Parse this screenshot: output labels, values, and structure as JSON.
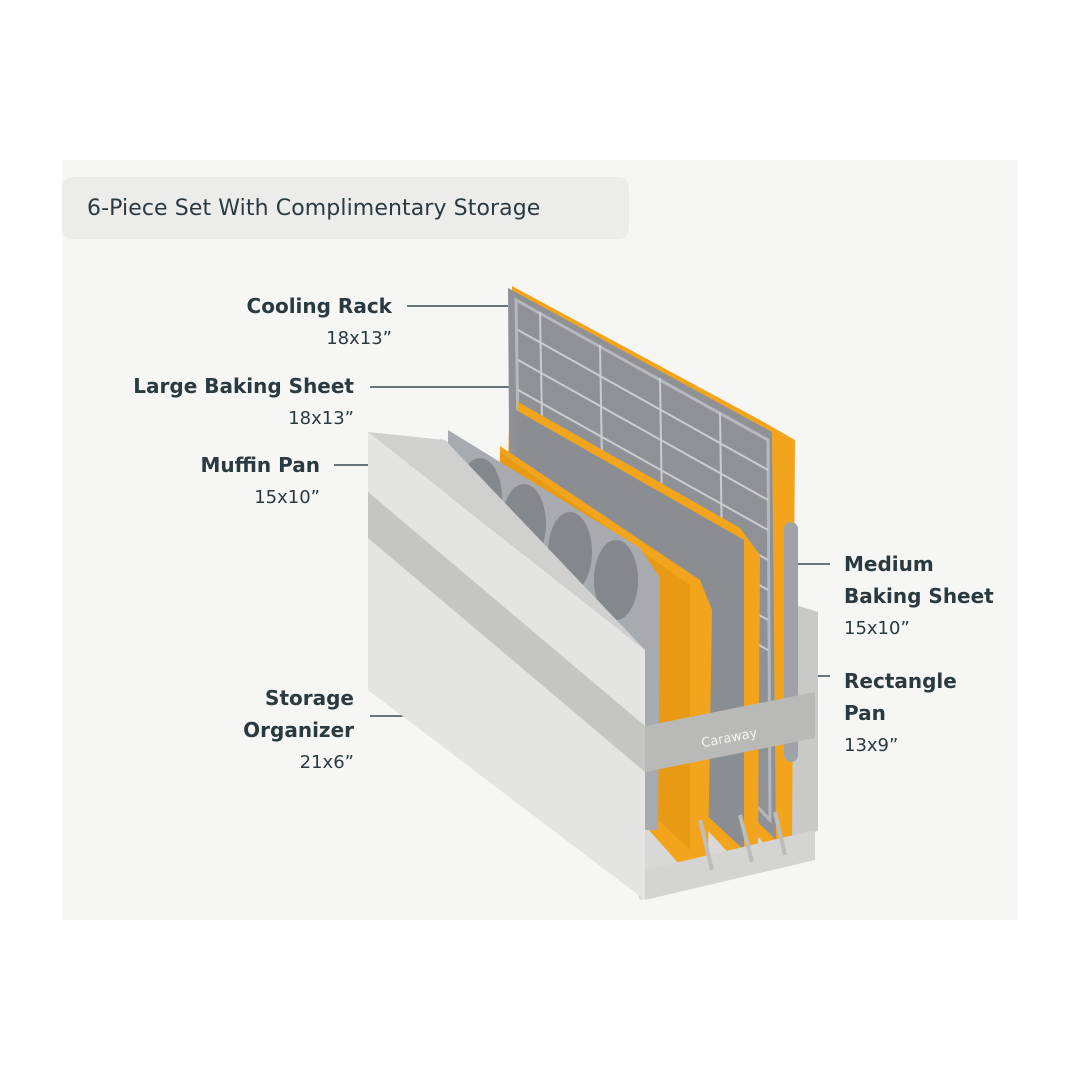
{
  "title": "6-Piece Set With Complimentary Storage",
  "brand": "Caraway",
  "icons": [
    "storage-organizer-illustration"
  ],
  "colors": {
    "panel": "#f6f6f4",
    "pill": "#ececea",
    "text": "#2a3a40",
    "accent": "#f2a51c",
    "pan_gray": "#8e9297"
  },
  "callouts": {
    "cooling_rack": {
      "name": "Cooling Rack",
      "dim": "18x13”"
    },
    "large_baking_sheet": {
      "name": "Large Baking Sheet",
      "dim": "18x13”"
    },
    "muffin_pan": {
      "name": "Muffin Pan",
      "dim": "15x10”"
    },
    "storage_organizer": {
      "name_line1": "Storage",
      "name_line2": "Organizer",
      "dim": "21x6”"
    },
    "medium_baking_sheet": {
      "name_line1": "Medium",
      "name_line2": "Baking Sheet",
      "dim": "15x10”"
    },
    "rectangle_pan": {
      "name_line1": "Rectangle",
      "name_line2": "Pan",
      "dim": "13x9”"
    }
  }
}
